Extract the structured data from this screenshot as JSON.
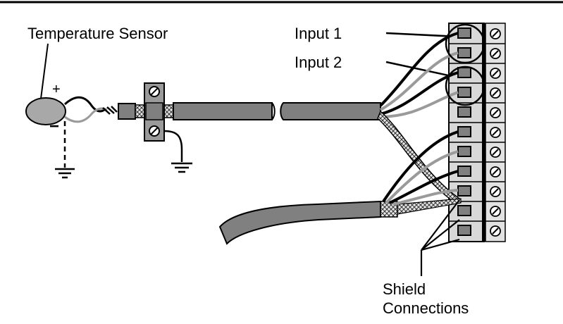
{
  "labels": {
    "temperature_sensor": "Temperature Sensor",
    "input_1": "Input 1",
    "input_2": "Input 2",
    "shield_line1": "Shield",
    "shield_line2": "Connections",
    "plus": "+",
    "minus": "−"
  },
  "colors": {
    "cable_fill": "#808080",
    "cable_stroke": "#000000",
    "wire_black": "#000000",
    "wire_gray": "#9a9a9a",
    "terminal_block": "#d8d8d8",
    "sensor_fill": "#a8a8a8",
    "ground": "#000000"
  },
  "icons": {
    "sensor": "temperature-sensor-icon",
    "ground": "ground-icon",
    "clamp": "cable-clamp-icon",
    "screw": "screw-icon"
  }
}
